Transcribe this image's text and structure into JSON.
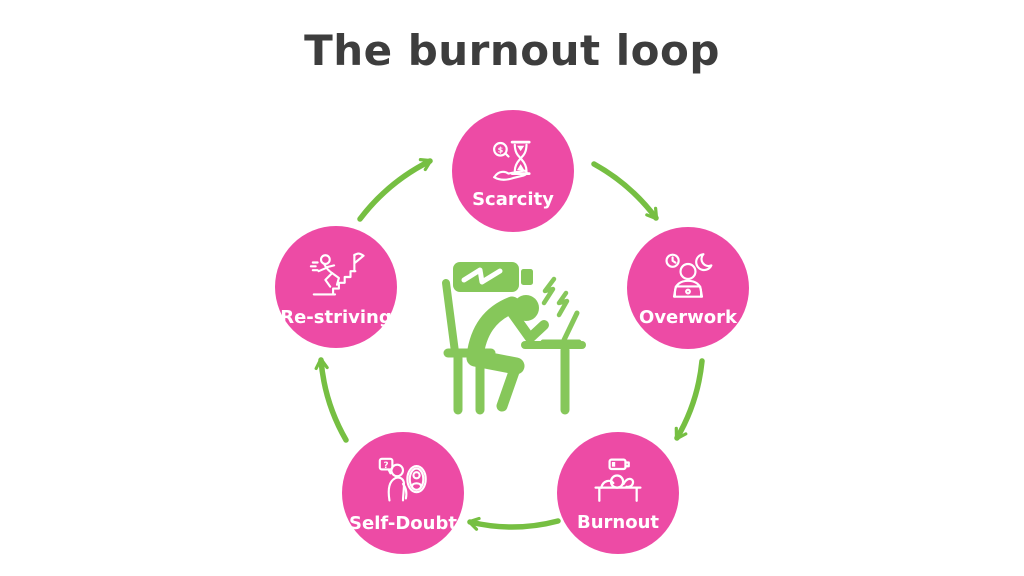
{
  "title": "The burnout loop",
  "colors": {
    "background": "#ffffff",
    "title_text": "#3d3d3d",
    "stage_circle_pink": "#ed4ba5",
    "stage_label_text": "#ffffff",
    "arrow_green": "#76bf42",
    "illustration_green": "#86c75a"
  },
  "loop": {
    "direction": "clockwise",
    "stages": [
      {
        "label": "Scarcity",
        "position": "top",
        "icon": "hand-hourglass-money-icon"
      },
      {
        "label": "Overwork",
        "position": "right",
        "icon": "working-late-night-laptop-icon"
      },
      {
        "label": "Burnout",
        "position": "bottom-right",
        "icon": "collapsed-at-desk-low-battery-icon"
      },
      {
        "label": "Self-Doubt",
        "position": "bottom-left",
        "icon": "mirror-self-question-icon"
      },
      {
        "label": "Re-striving",
        "position": "left",
        "icon": "running-up-stairs-to-flag-icon"
      }
    ]
  },
  "center_illustration": {
    "description": "exhausted person slumped over a desk with laptop, low battery and stress bolts overhead"
  },
  "icon_glyphs": {
    "scarcity_coin": "$",
    "self_doubt_question": "?"
  }
}
